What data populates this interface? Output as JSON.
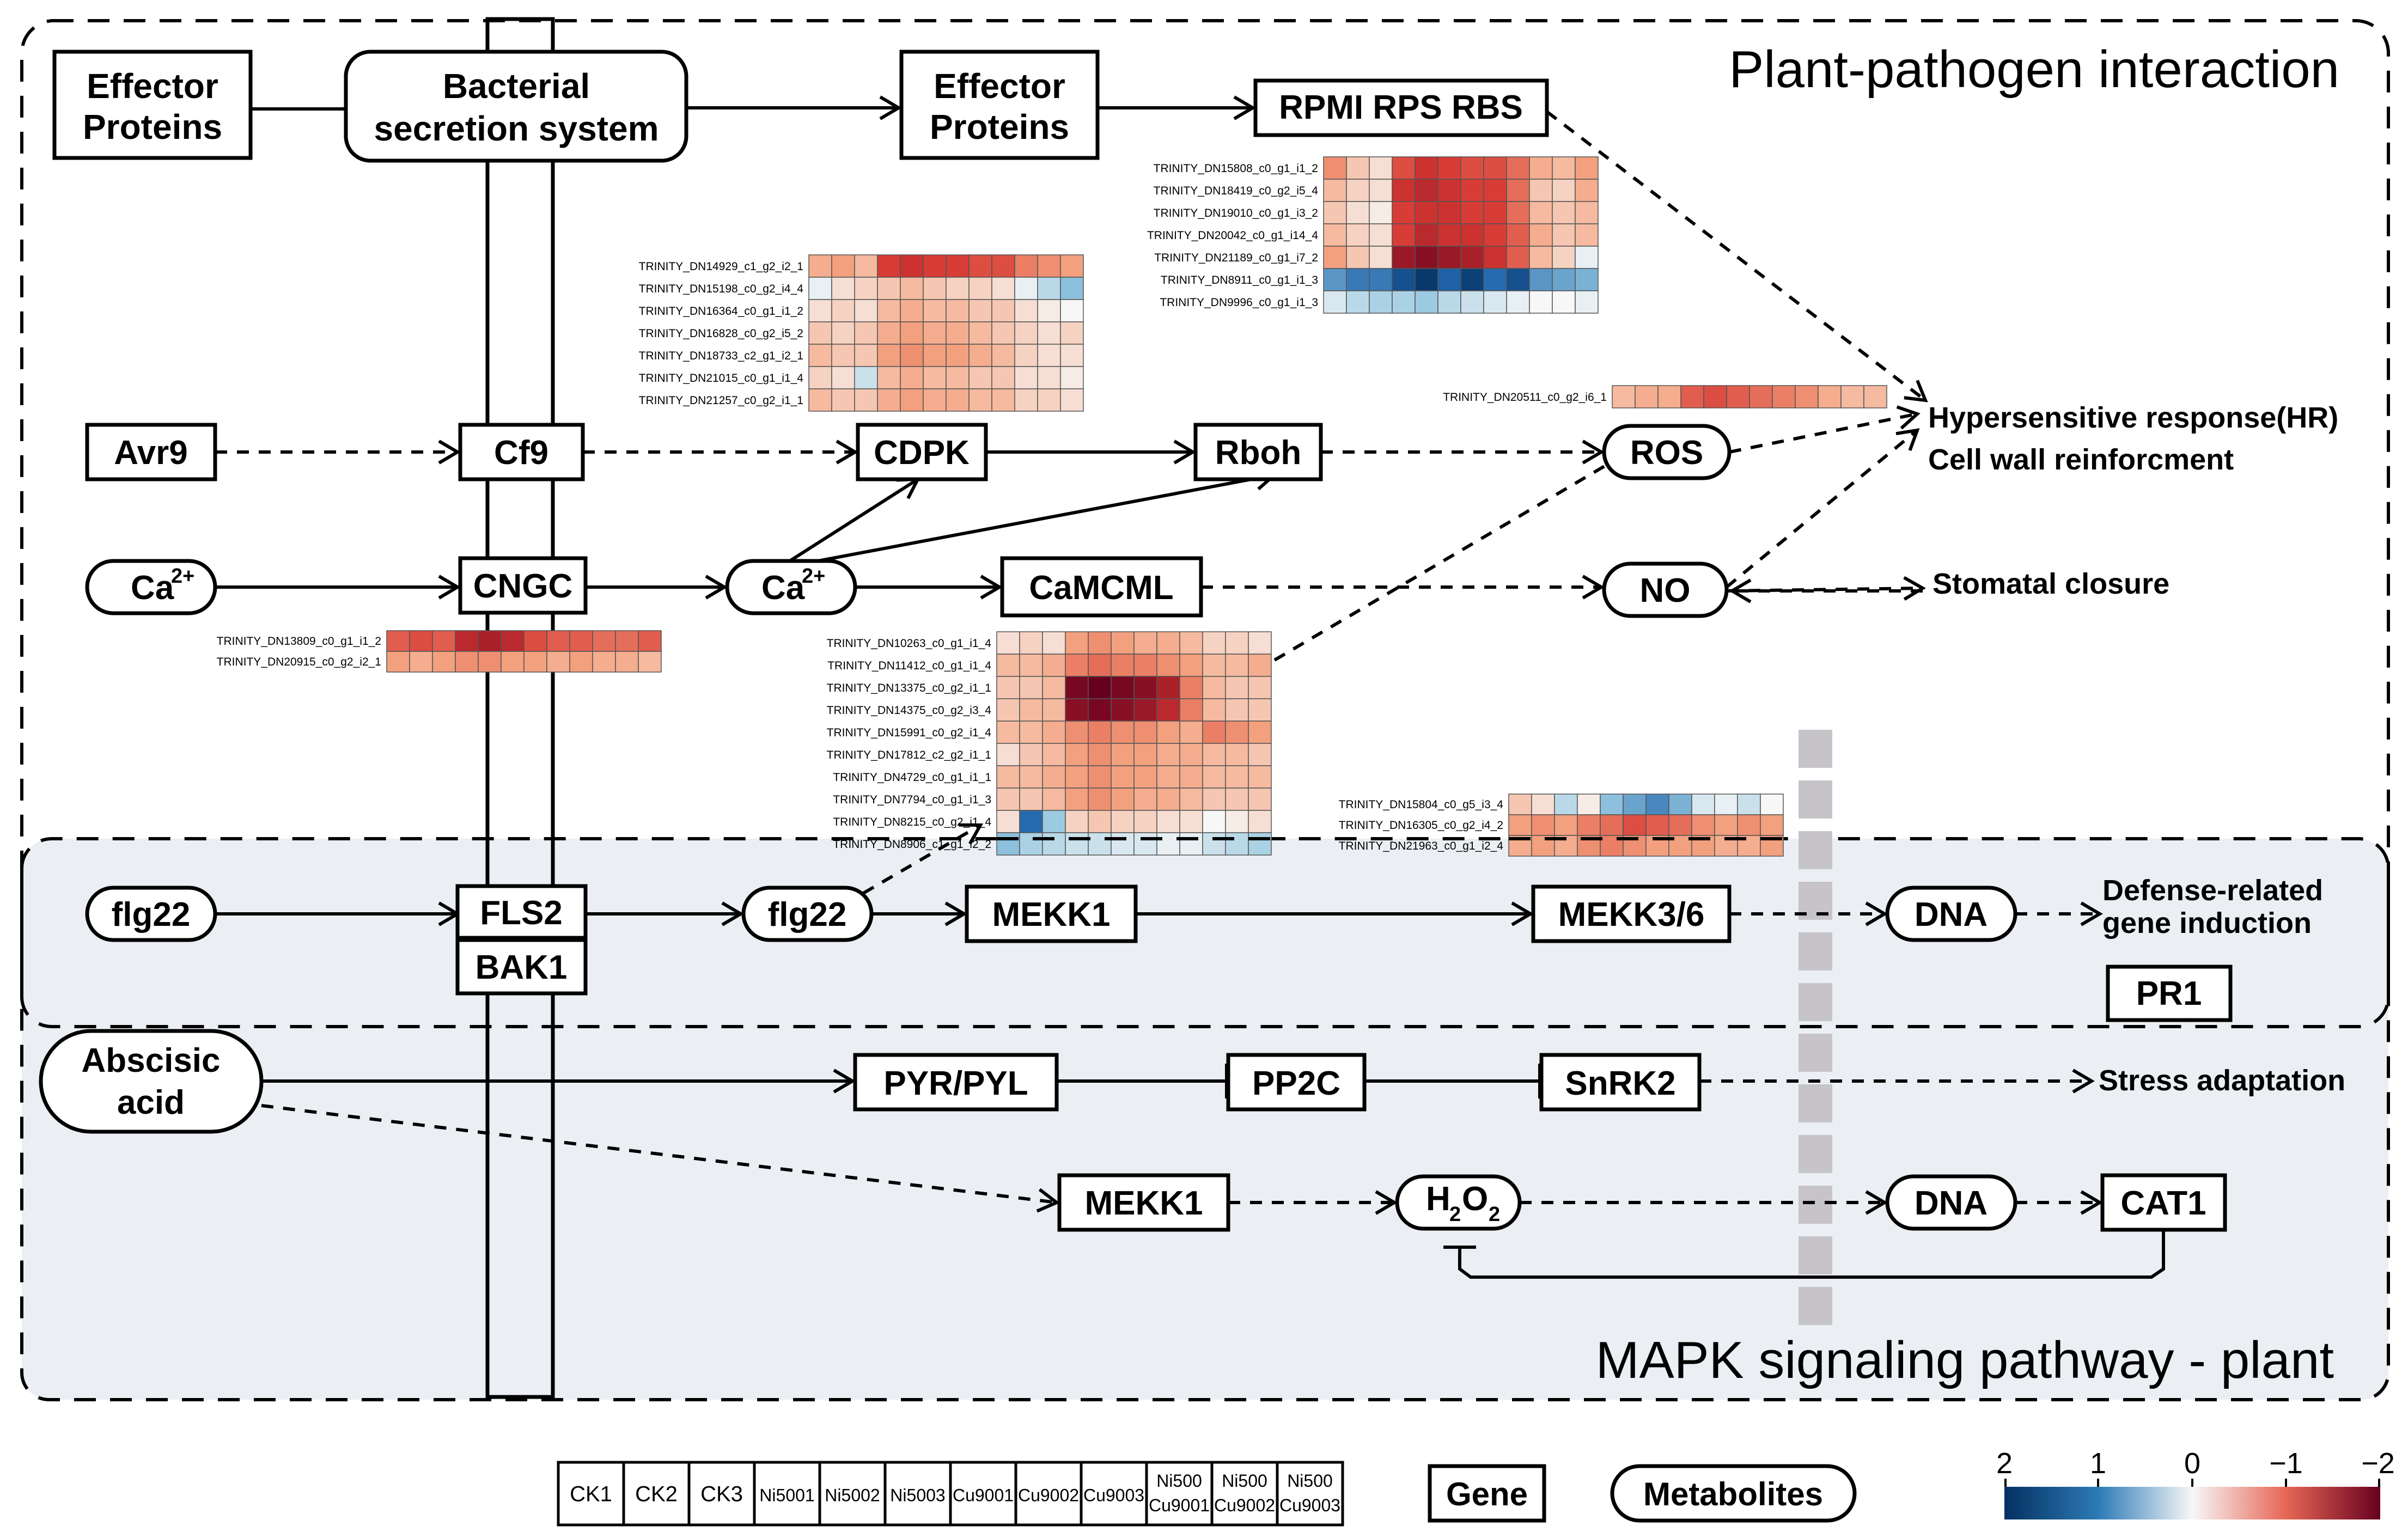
{
  "titles": {
    "plant_pathogen": "Plant-pathogen interaction",
    "mapk": "MAPK signaling pathway - plant"
  },
  "nodes": {
    "effector1": [
      "Effector",
      "Proteins"
    ],
    "secretion": [
      "Bacterial",
      "secretion system"
    ],
    "effector2": [
      "Effector",
      "Proteins"
    ],
    "rpmi": "RPMI RPS RBS",
    "avr9": "Avr9",
    "cf9": "Cf9",
    "cdpk": "CDPK",
    "rboh": "Rboh",
    "ros": "ROS",
    "ca1": "Ca",
    "ca2": "Ca",
    "ca_sup": "2+",
    "cngc": "CNGC",
    "camcml": "CaMCML",
    "no": "NO",
    "flg22a": "flg22",
    "fls2": "FLS2",
    "bak1": "BAK1",
    "flg22b": "flg22",
    "mekk1a": "MEKK1",
    "mekk36": "MEKK3/6",
    "dna1": "DNA",
    "pr1": "PR1",
    "aba": [
      "Abscisic",
      "acid"
    ],
    "pyr": "PYR/PYL",
    "pp2c": "PP2C",
    "snrk2": "SnRK2",
    "mekk1b": "MEKK1",
    "h2o2": "H",
    "h2o2_sub1": "2",
    "h2o2_mid": "O",
    "h2o2_sub2": "2",
    "dna2": "DNA",
    "cat1": "CAT1"
  },
  "outcomes": {
    "hr": "Hypersensitive response(HR)",
    "cwr": "Cell wall reinforcment",
    "stomatal": "Stomatal closure",
    "defense": [
      "Defense-related",
      "gene induction"
    ],
    "stress": "Stress adaptation"
  },
  "heatmaps": [
    {
      "id": "hm-rpmi",
      "rows": [
        {
          "label": "TRINITY_DN15808_c0_g1_i1_2",
          "values": [
            -0.8,
            -0.4,
            -0.2,
            -1.2,
            -1.4,
            -1.3,
            -1.2,
            -1.2,
            -1.0,
            -0.6,
            -0.5,
            -0.7
          ]
        },
        {
          "label": "TRINITY_DN18419_c0_g2_i5_4",
          "values": [
            -0.5,
            -0.3,
            -0.2,
            -1.4,
            -1.5,
            -1.4,
            -1.3,
            -1.3,
            -1.0,
            -0.4,
            -0.3,
            -0.6
          ]
        },
        {
          "label": "TRINITY_DN19010_c0_g1_i3_2",
          "values": [
            -0.4,
            -0.2,
            -0.1,
            -1.3,
            -1.4,
            -1.4,
            -1.3,
            -1.3,
            -1.0,
            -0.5,
            -0.4,
            -0.5
          ]
        },
        {
          "label": "TRINITY_DN20042_c0_g1_i14_4",
          "values": [
            -0.5,
            -0.3,
            -0.2,
            -1.3,
            -1.5,
            -1.4,
            -1.4,
            -1.3,
            -1.1,
            -0.6,
            -0.4,
            -0.5
          ]
        },
        {
          "label": "TRINITY_DN21189_c0_g1_i7_2",
          "values": [
            -0.7,
            -0.4,
            -0.2,
            -1.7,
            -1.8,
            -1.7,
            -1.6,
            -1.4,
            -1.1,
            -0.5,
            -0.3,
            0.1
          ]
        },
        {
          "label": "TRINITY_DN8911_c0_g1_i1_3",
          "values": [
            1.0,
            1.2,
            1.2,
            1.6,
            1.9,
            1.4,
            1.8,
            1.3,
            1.6,
            1.0,
            0.9,
            0.8
          ]
        },
        {
          "label": "TRINITY_DN9996_c0_g1_i1_3",
          "values": [
            0.2,
            0.4,
            0.5,
            0.5,
            0.6,
            0.4,
            0.3,
            0.2,
            0.1,
            0.0,
            0.0,
            0.1
          ]
        }
      ]
    },
    {
      "id": "hm-cdpk",
      "rows": [
        {
          "label": "TRINITY_DN14929_c1_g2_i2_1",
          "values": [
            -0.6,
            -0.7,
            -0.5,
            -1.3,
            -1.4,
            -1.3,
            -1.3,
            -1.2,
            -1.2,
            -0.9,
            -0.8,
            -0.7
          ]
        },
        {
          "label": "TRINITY_DN15198_c0_g2_i4_4",
          "values": [
            0.1,
            -0.2,
            -0.3,
            -0.4,
            -0.5,
            -0.4,
            -0.3,
            -0.3,
            -0.2,
            0.1,
            0.4,
            0.7
          ]
        },
        {
          "label": "TRINITY_DN16364_c0_g1_i1_2",
          "values": [
            -0.2,
            -0.3,
            -0.2,
            -0.5,
            -0.6,
            -0.5,
            -0.5,
            -0.4,
            -0.4,
            -0.2,
            -0.1,
            0.0
          ]
        },
        {
          "label": "TRINITY_DN16828_c0_g2_i5_2",
          "values": [
            -0.4,
            -0.3,
            -0.4,
            -0.6,
            -0.7,
            -0.6,
            -0.6,
            -0.5,
            -0.4,
            -0.3,
            -0.2,
            -0.3
          ]
        },
        {
          "label": "TRINITY_DN18733_c2_g1_i2_1",
          "values": [
            -0.5,
            -0.4,
            -0.4,
            -0.7,
            -0.8,
            -0.7,
            -0.7,
            -0.6,
            -0.5,
            -0.3,
            -0.2,
            -0.2
          ]
        },
        {
          "label": "TRINITY_DN21015_c0_g1_i1_4",
          "values": [
            -0.3,
            -0.2,
            0.3,
            -0.5,
            -0.6,
            -0.5,
            -0.5,
            -0.4,
            -0.4,
            -0.2,
            -0.2,
            -0.1
          ]
        },
        {
          "label": "TRINITY_DN21257_c0_g2_i1_1",
          "values": [
            -0.5,
            -0.4,
            -0.4,
            -0.6,
            -0.7,
            -0.6,
            -0.6,
            -0.5,
            -0.5,
            -0.3,
            -0.3,
            -0.2
          ]
        }
      ]
    },
    {
      "id": "hm-rboh",
      "rows": [
        {
          "label": "TRINITY_DN20511_c0_g2_i6_1",
          "values": [
            -0.5,
            -0.6,
            -0.6,
            -1.1,
            -1.2,
            -1.1,
            -1.0,
            -0.9,
            -0.8,
            -0.6,
            -0.5,
            -0.5
          ]
        }
      ]
    },
    {
      "id": "hm-cngc",
      "rows": [
        {
          "label": "TRINITY_DN13809_c0_g1_i1_2",
          "values": [
            -1.1,
            -1.2,
            -1.1,
            -1.5,
            -1.6,
            -1.5,
            -1.2,
            -1.1,
            -1.1,
            -1.0,
            -1.0,
            -1.1
          ]
        },
        {
          "label": "TRINITY_DN20915_c0_g2_i2_1",
          "values": [
            -0.7,
            -0.6,
            -0.7,
            -0.8,
            -0.8,
            -0.7,
            -0.7,
            -0.6,
            -0.7,
            -0.6,
            -0.6,
            -0.5
          ]
        }
      ]
    },
    {
      "id": "hm-camcml",
      "rows": [
        {
          "label": "TRINITY_DN10263_c0_g1_i1_4",
          "values": [
            -0.2,
            -0.3,
            -0.2,
            -0.7,
            -0.8,
            -0.7,
            -0.6,
            -0.6,
            -0.5,
            -0.3,
            -0.3,
            -0.2
          ]
        },
        {
          "label": "TRINITY_DN11412_c0_g1_i1_4",
          "values": [
            -0.5,
            -0.5,
            -0.6,
            -0.9,
            -1.0,
            -0.9,
            -0.9,
            -0.8,
            -0.7,
            -0.5,
            -0.5,
            -0.6
          ]
        },
        {
          "label": "TRINITY_DN13375_c0_g2_i1_1",
          "values": [
            -0.4,
            -0.4,
            -0.5,
            -1.9,
            -2.0,
            -1.9,
            -1.8,
            -1.6,
            -0.9,
            -0.5,
            -0.4,
            -0.4
          ]
        },
        {
          "label": "TRINITY_DN14375_c0_g2_i3_4",
          "values": [
            -0.4,
            -0.5,
            -0.5,
            -1.8,
            -1.9,
            -1.8,
            -1.7,
            -1.5,
            -0.9,
            -0.5,
            -0.4,
            -0.4
          ]
        },
        {
          "label": "TRINITY_DN15991_c0_g2_i1_4",
          "values": [
            -0.5,
            -0.5,
            -0.6,
            -0.8,
            -0.9,
            -0.8,
            -0.8,
            -0.7,
            -0.6,
            -0.9,
            -0.8,
            -0.7
          ]
        },
        {
          "label": "TRINITY_DN17812_c2_g2_i1_1",
          "values": [
            -0.2,
            -0.4,
            -0.5,
            -0.7,
            -0.8,
            -0.7,
            -0.7,
            -0.6,
            -0.6,
            -0.5,
            -0.5,
            -0.4
          ]
        },
        {
          "label": "TRINITY_DN4729_c0_g1_i1_1",
          "values": [
            -0.5,
            -0.5,
            -0.6,
            -0.7,
            -0.8,
            -0.7,
            -0.7,
            -0.6,
            -0.6,
            -0.5,
            -0.5,
            -0.5
          ]
        },
        {
          "label": "TRINITY_DN7794_c0_g1_i1_3",
          "values": [
            -0.4,
            -0.4,
            -0.5,
            -0.7,
            -0.8,
            -0.7,
            -0.6,
            -0.6,
            -0.5,
            -0.4,
            -0.4,
            -0.4
          ]
        },
        {
          "label": "TRINITY_DN8215_c0_g2_i1_4",
          "values": [
            -0.2,
            1.3,
            0.6,
            -0.3,
            -0.4,
            -0.3,
            -0.3,
            -0.2,
            -0.2,
            0.0,
            -0.1,
            -0.2
          ]
        },
        {
          "label": "TRINITY_DN8906_c1_g1_i2_2",
          "values": [
            0.7,
            0.5,
            0.4,
            0.3,
            0.3,
            0.2,
            0.2,
            0.1,
            0.1,
            0.3,
            0.4,
            0.5
          ]
        }
      ]
    },
    {
      "id": "hm-mekk36",
      "rows": [
        {
          "label": "TRINITY_DN15804_c0_g5_i3_4",
          "values": [
            -0.4,
            -0.2,
            0.4,
            -0.1,
            0.7,
            0.9,
            1.1,
            0.8,
            0.2,
            0.1,
            0.3,
            0.0
          ]
        },
        {
          "label": "TRINITY_DN16305_c0_g2_i4_2",
          "values": [
            -0.7,
            -0.8,
            -0.7,
            -0.9,
            -1.0,
            -1.2,
            -1.1,
            -1.0,
            -0.8,
            -0.7,
            -0.8,
            -0.7
          ]
        },
        {
          "label": "TRINITY_DN21963_c0_g1_i2_4",
          "values": [
            -0.6,
            -0.7,
            -0.6,
            -0.8,
            -0.9,
            -0.8,
            -0.7,
            -0.7,
            -0.7,
            -0.6,
            -0.6,
            -0.7
          ]
        }
      ]
    }
  ],
  "legend": {
    "samples": [
      "CK1",
      "CK2",
      "CK3",
      "Ni5001",
      "Ni5002",
      "Ni5003",
      "Cu9001",
      "Cu9002",
      "Cu9003",
      [
        "Ni500",
        "Cu9001"
      ],
      [
        "Ni500",
        "Cu9002"
      ],
      [
        "Ni500",
        "Cu9003"
      ]
    ],
    "gene": "Gene",
    "metabolites": "Metabolites",
    "scale_ticks": [
      "2",
      "1",
      "0",
      "−1",
      "−2"
    ]
  },
  "colors": {
    "mapk_background": "#ebeff3",
    "scale_low": "#053061",
    "scale_mid": "#f7f7f7",
    "scale_high": "#67001f",
    "divider": "#c6c4c8"
  }
}
